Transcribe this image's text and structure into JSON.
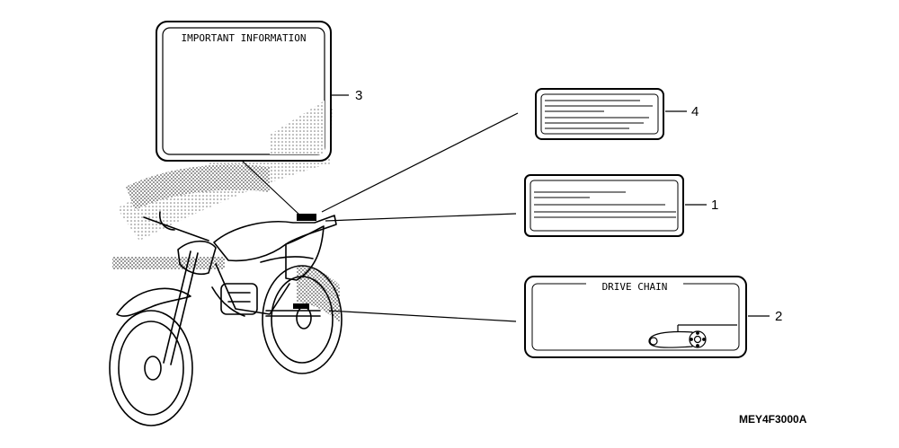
{
  "diagram": {
    "parts": [
      {
        "id": "1",
        "kind": "label-blank"
      },
      {
        "id": "2",
        "kind": "label-drive-chain",
        "text": "DRIVE CHAIN"
      },
      {
        "id": "3",
        "kind": "label-important-info",
        "text": "IMPORTANT INFORMATION"
      },
      {
        "id": "4",
        "kind": "label-blank"
      }
    ],
    "code": "MEY4F3000A"
  }
}
